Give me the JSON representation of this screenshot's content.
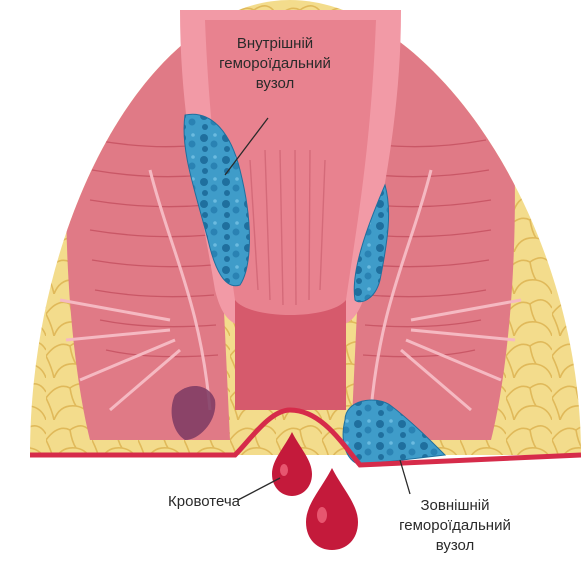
{
  "labels": {
    "internal_hemorrhoid": [
      "Внутрішній",
      "гемороїдальний",
      "вузол"
    ],
    "external_hemorrhoid": [
      "Зовнішній",
      "гемороїдальний",
      "вузол"
    ],
    "bleeding": "Кровотеча"
  },
  "colors": {
    "fat": "#f3dc8c",
    "fat_outline": "#e0b95a",
    "muscle": "#e07a86",
    "muscle_dark": "#c95766",
    "mucosa": "#f29aa6",
    "lumen": "#e8828f",
    "hemorrhoid_blue": "#3f9cc9",
    "hemorrhoid_dark": "#1f6f9e",
    "blood": "#c41a3b",
    "base_line": "#d62b4a"
  }
}
